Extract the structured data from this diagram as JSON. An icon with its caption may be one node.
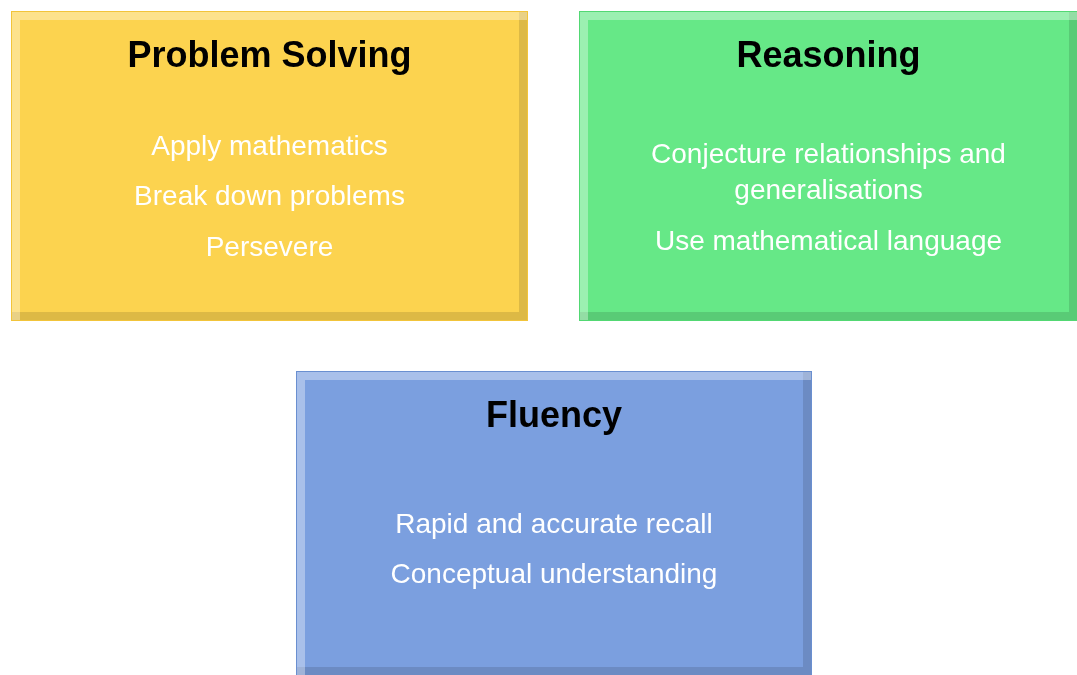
{
  "diagram": {
    "nodes": [
      {
        "text": [
          "Problem Solving",
          "Apply mathematics",
          "Break down problems",
          "Persevere"
        ]
      },
      {
        "text": [
          "Reasoning",
          "Conjecture relationships and generalisations",
          "Use mathematical language"
        ]
      },
      {
        "text": [
          "Fluency",
          "Rapid and accurate recall",
          "Conceptual understanding"
        ]
      }
    ]
  }
}
